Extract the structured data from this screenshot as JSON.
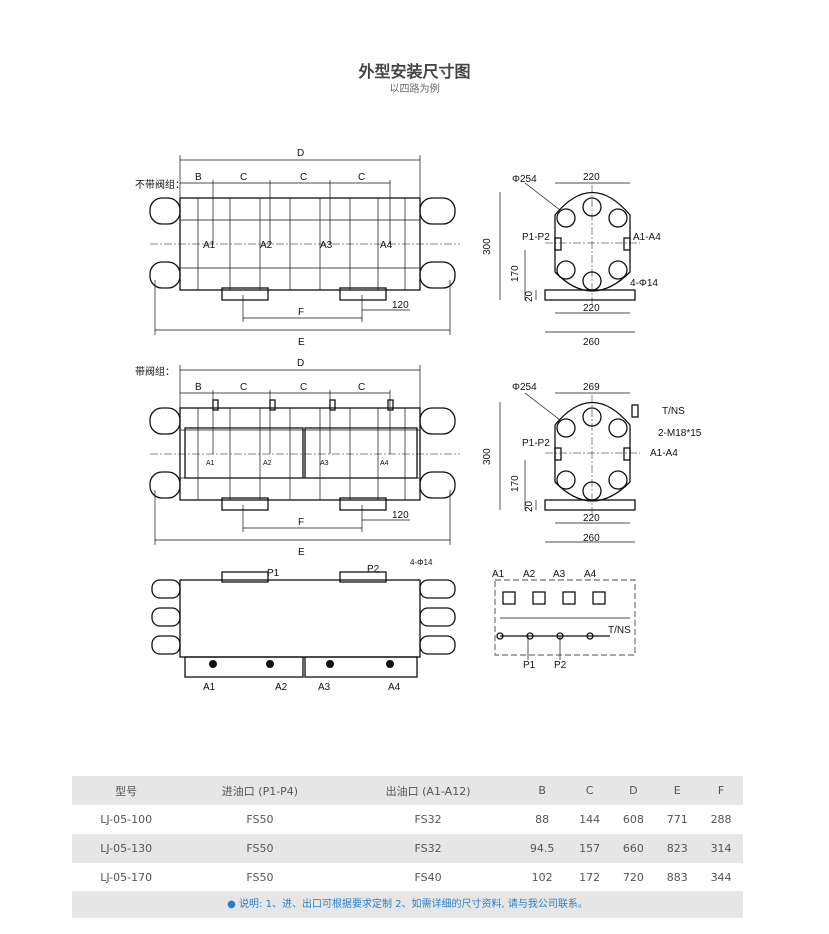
{
  "title": "外型安装尺寸图",
  "subtitle": "以四路为例",
  "drawing": {
    "view1_label": "不带阀组：",
    "view2_label": "带阀组：",
    "dim_D": "D",
    "dim_B": "B",
    "dim_C": "C",
    "dim_E": "E",
    "dim_F": "F",
    "dim_120": "120",
    "dia_254": "Φ254",
    "w_220": "220",
    "w_260": "260",
    "w_269": "269",
    "h_300": "300",
    "h_170": "170",
    "h_20": "20",
    "p1p2": "P1-P2",
    "a1a4": "A1-A4",
    "holes": "4-Φ14",
    "tns": "T/NS",
    "m18": "2-M18*15",
    "ports_a": [
      "A1",
      "A2",
      "A3",
      "A4"
    ],
    "ports_p": [
      "P1",
      "P2"
    ]
  },
  "table": {
    "headers": [
      "型号",
      "进油口 (P1-P4)",
      "出油口 (A1-A12)",
      "B",
      "C",
      "D",
      "E",
      "F"
    ],
    "rows": [
      [
        "LJ-05-100",
        "FS50",
        "FS32",
        "88",
        "144",
        "608",
        "771",
        "288"
      ],
      [
        "LJ-05-130",
        "FS50",
        "FS32",
        "94.5",
        "157",
        "660",
        "823",
        "314"
      ],
      [
        "LJ-05-170",
        "FS50",
        "FS40",
        "102",
        "172",
        "720",
        "883",
        "344"
      ]
    ],
    "note": "● 说明: 1、进、出口可根据要求定制 2、如需详细的尺寸资料, 请与我公司联系。"
  }
}
